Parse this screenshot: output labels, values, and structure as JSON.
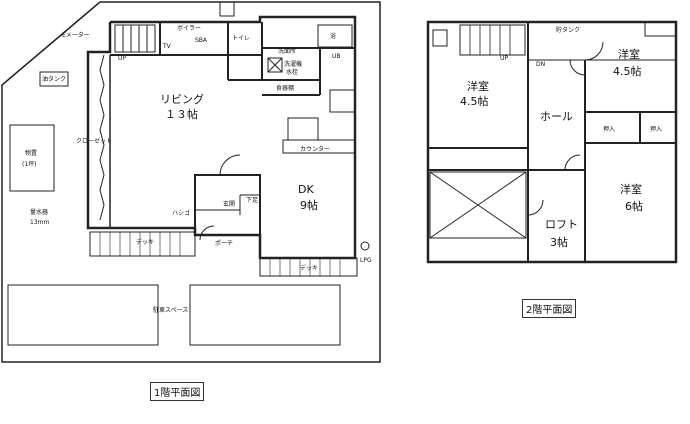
{
  "floor1": {
    "caption": "1階平面図",
    "rooms": {
      "living": "リビング",
      "living_size": "１３帖",
      "dk": "DK",
      "dk_size": "9帖",
      "entrance": "玄関",
      "shoe": "下足",
      "porch": "ポーチ",
      "toilet": "トイレ",
      "bath_label": "浴",
      "dressing": "洗面所",
      "washer": "洗濯機",
      "washer2": "水栓",
      "pantry": "食器棚",
      "counter": "カウンター",
      "closet": "クローゼット",
      "ladder": "ハシゴ",
      "deck1": "デッキ",
      "deck2": "デッキ",
      "up1": "UP",
      "up2": "UB",
      "tv": "TV",
      "boiler": "ボイラー",
      "parking": "駐車スペース",
      "meter": "Eメーター",
      "oil_tank": "油タンク",
      "storage": "物置",
      "storage_size": "(1坪)",
      "water": "量水器",
      "water_size": "13mm",
      "lpg": "LPG",
      "sba": "SBA"
    }
  },
  "floor2": {
    "caption": "2階平面図",
    "rooms": {
      "west_room": "洋室",
      "west_size": "4.5帖",
      "ne_room": "洋室",
      "ne_size": "4.5帖",
      "se_room": "洋室",
      "se_size": "6帖",
      "hall": "ホール",
      "loft": "ロフト",
      "loft_size": "3帖",
      "closet_a": "押入",
      "closet_b": "押入",
      "dn": "DN",
      "tank": "貯タンク",
      "up": "UP"
    }
  }
}
